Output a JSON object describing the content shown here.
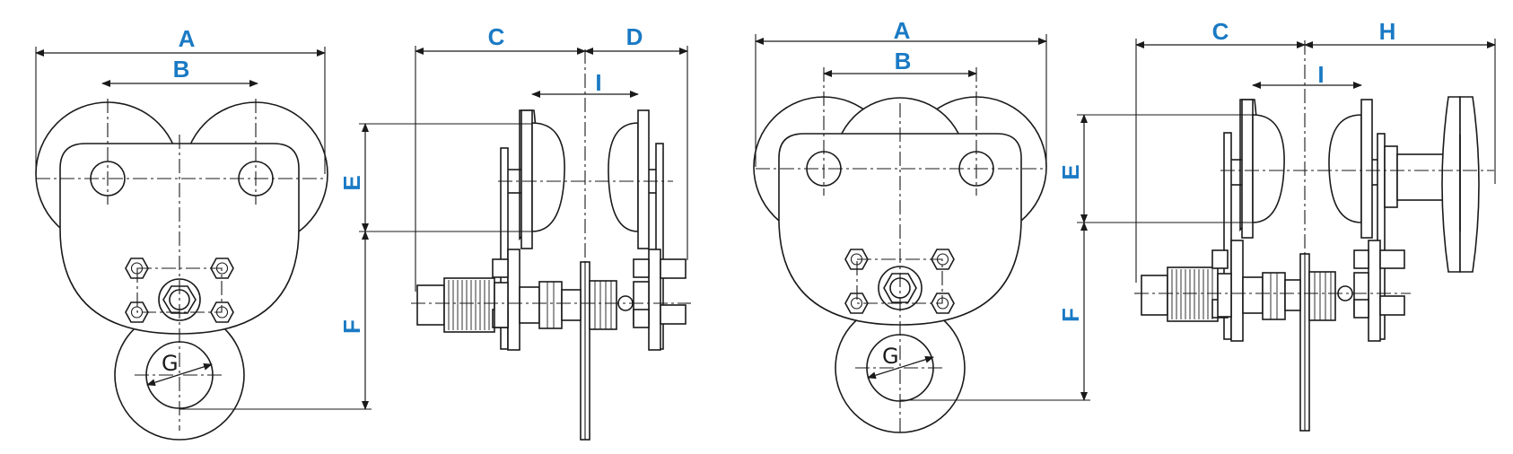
{
  "labels": {
    "v1_front": {
      "A": "A",
      "B": "B",
      "G": "G"
    },
    "v1_side": {
      "C": "C",
      "D": "D",
      "I": "I",
      "E": "E",
      "F": "F"
    },
    "v2_front": {
      "A": "A",
      "B": "B",
      "G": "G"
    },
    "v2_side": {
      "C": "C",
      "H": "H",
      "I": "I",
      "E": "E",
      "F": "F"
    }
  },
  "colors": {
    "dimension_label": "#1a7ac4",
    "line": "#1a1a1a"
  }
}
